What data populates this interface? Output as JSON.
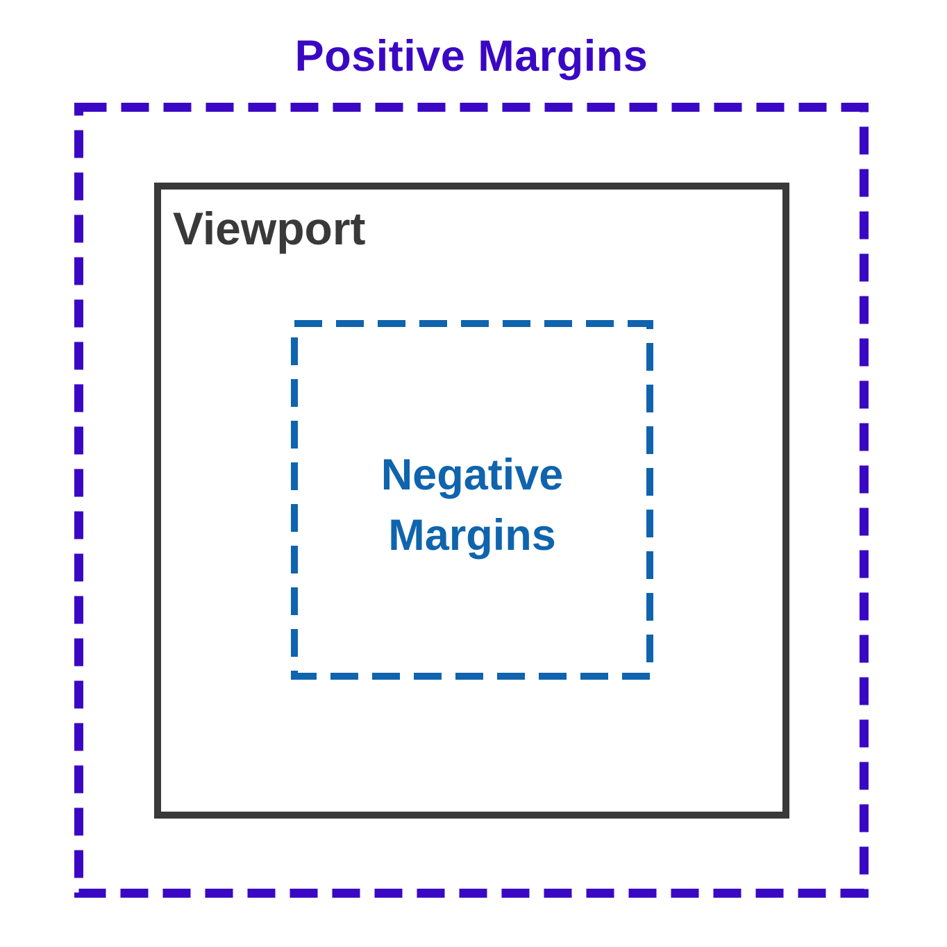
{
  "diagram": {
    "title": "Positive Margins",
    "viewport_label": "Viewport",
    "negative_label": "Negative\nMargins"
  },
  "colors": {
    "positive_margin": "#3A08C4",
    "viewport": "#393939",
    "negative_margin": "#0F64AD",
    "background": "#FFFFFF"
  }
}
